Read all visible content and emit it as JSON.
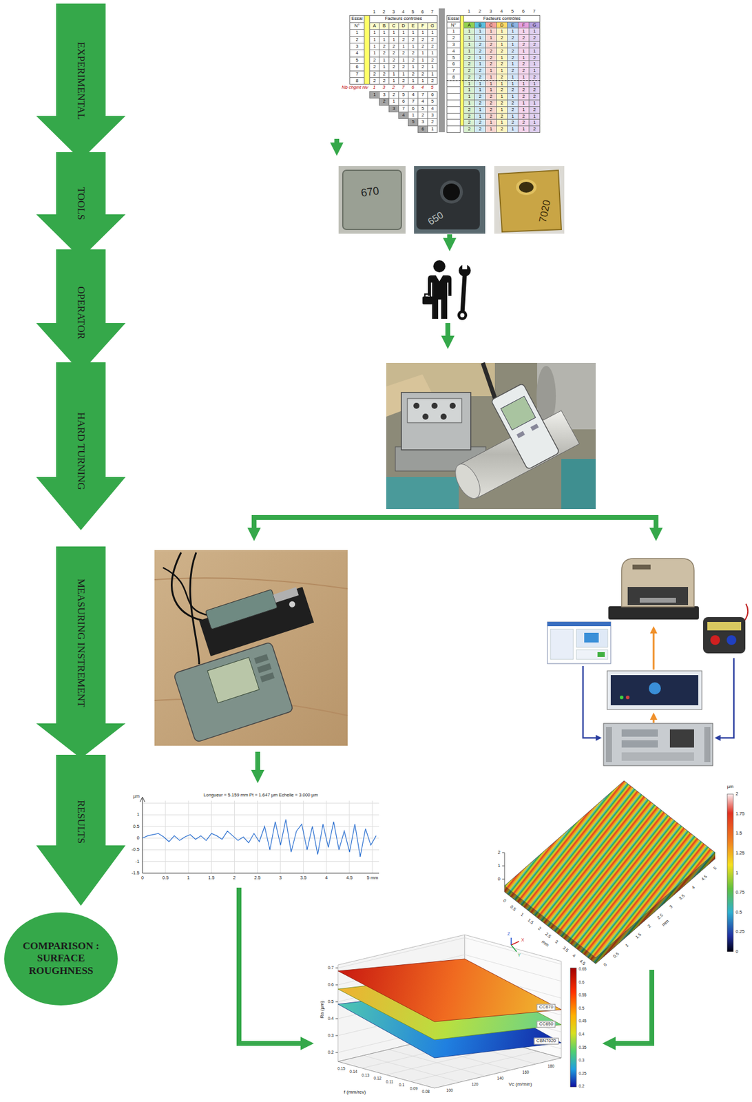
{
  "diagram": {
    "nodes": [
      {
        "text": [
          "EXPERIMENTAL"
        ]
      },
      {
        "text": [
          "TOOLS"
        ]
      },
      {
        "text": [
          "OPERATOR"
        ]
      },
      {
        "text": [
          "HARD TURNING"
        ]
      },
      {
        "text": [
          "MEASURING INSTREMENT"
        ]
      },
      {
        "text": [
          "RESULTS"
        ]
      },
      {
        "text": [
          "COMPARISON : SURFACE ROUGHNESS"
        ]
      }
    ],
    "labels": [
      "1",
      "2",
      "3",
      "4",
      "5",
      "6",
      "7",
      "Essai",
      "Facteurs contrôlés",
      "N°",
      "A",
      "B",
      "C",
      "D",
      "E",
      "F",
      "G",
      "1",
      "1",
      "1",
      "1",
      "1",
      "1",
      "1",
      "1",
      "2",
      "1",
      "1",
      "1",
      "2",
      "2",
      "2",
      "2",
      "3",
      "1",
      "2",
      "2",
      "1",
      "1",
      "2",
      "2",
      "4",
      "1",
      "2",
      "2",
      "2",
      "2",
      "1",
      "1",
      "5",
      "2",
      "1",
      "2",
      "1",
      "2",
      "1",
      "2",
      "6",
      "2",
      "1",
      "2",
      "2",
      "1",
      "2",
      "1",
      "7",
      "2",
      "2",
      "1",
      "1",
      "2",
      "2",
      "1",
      "8",
      "2",
      "2",
      "1",
      "2",
      "1",
      "1",
      "2",
      "Nb chgmt niv",
      "1",
      "3",
      "2",
      "7",
      "6",
      "4",
      "5",
      "1",
      "3",
      "2",
      "5",
      "4",
      "7",
      "6",
      "2",
      "1",
      "6",
      "7",
      "4",
      "5",
      "3",
      "7",
      "6",
      "5",
      "4",
      "4",
      "1",
      "2",
      "3",
      "5",
      "3",
      "2",
      "6",
      "1",
      "1",
      "2",
      "3",
      "4",
      "5",
      "6",
      "7",
      "Essai",
      "Facteurs contrôlés",
      "N°",
      "A",
      "B",
      "C",
      "D",
      "E",
      "F",
      "G",
      "1",
      "1",
      "1",
      "1",
      "1",
      "1",
      "1",
      "1",
      "2",
      "1",
      "1",
      "1",
      "2",
      "2",
      "2",
      "2",
      "3",
      "1",
      "2",
      "2",
      "1",
      "1",
      "2",
      "2",
      "4",
      "1",
      "2",
      "2",
      "2",
      "2",
      "1",
      "1",
      "5",
      "2",
      "1",
      "2",
      "1",
      "2",
      "1",
      "2",
      "6",
      "2",
      "1",
      "2",
      "2",
      "1",
      "2",
      "1",
      "7",
      "2",
      "2",
      "1",
      "1",
      "2",
      "2",
      "1",
      "8",
      "2",
      "2",
      "1",
      "2",
      "1",
      "1",
      "2",
      "1",
      "1",
      "1",
      "1",
      "1",
      "1",
      "1",
      "1",
      "1",
      "1",
      "2",
      "2",
      "2",
      "2",
      "1",
      "2",
      "2",
      "1",
      "1",
      "2",
      "2",
      "1",
      "2",
      "2",
      "2",
      "2",
      "1",
      "1",
      "2",
      "1",
      "2",
      "1",
      "2",
      "1",
      "2",
      "2",
      "1",
      "2",
      "2",
      "1",
      "2",
      "1",
      "2",
      "2",
      "1",
      "1",
      "2",
      "2",
      "1",
      "2",
      "2",
      "1",
      "2",
      "1",
      "1",
      "2",
      "670",
      "650",
      "7020",
      "Longueur = 5.159 mm Pt = 1.647 µm Echelle = 3.000 µm",
      "µm",
      "1",
      "0.5",
      "0",
      "-0.5",
      "-1",
      "-1.5",
      "0",
      "0.5",
      "1",
      "1.5",
      "2",
      "2.5",
      "3",
      "3.5",
      "4",
      "4.5",
      "5 mm",
      "µm",
      "2",
      "1.75",
      "1.5",
      "1.25",
      "1",
      "0.75",
      "0.5",
      "0.25",
      "0",
      "2",
      "1",
      "0",
      "0",
      "0.5",
      "1",
      "1.5",
      "2",
      "2.5",
      "3",
      "3.5",
      "4",
      "4.5",
      "mm",
      "0",
      "0.5",
      "1",
      "1.5",
      "2",
      "2.5",
      "3",
      "3.5",
      "4",
      "4.5",
      "5",
      "mm",
      "Z",
      "X",
      "Y",
      "Ra (µm)",
      "0.7",
      "0.6",
      "0.5",
      "0.4",
      "0.3",
      "0.2",
      "f (mm/rev)",
      "0.15",
      "0.14",
      "0.13",
      "0.12",
      "0.11",
      "0.1",
      "0.09",
      "0.08",
      "Vc (m/min)",
      "100",
      "120",
      "140",
      "160",
      "180",
      "CC670",
      "CC650",
      "CBN7020",
      "0.65",
      "0.6",
      "0.55",
      "0.5",
      "0.45",
      "0.4",
      "0.35",
      "0.3",
      "0.25",
      "0.2"
    ]
  }
}
